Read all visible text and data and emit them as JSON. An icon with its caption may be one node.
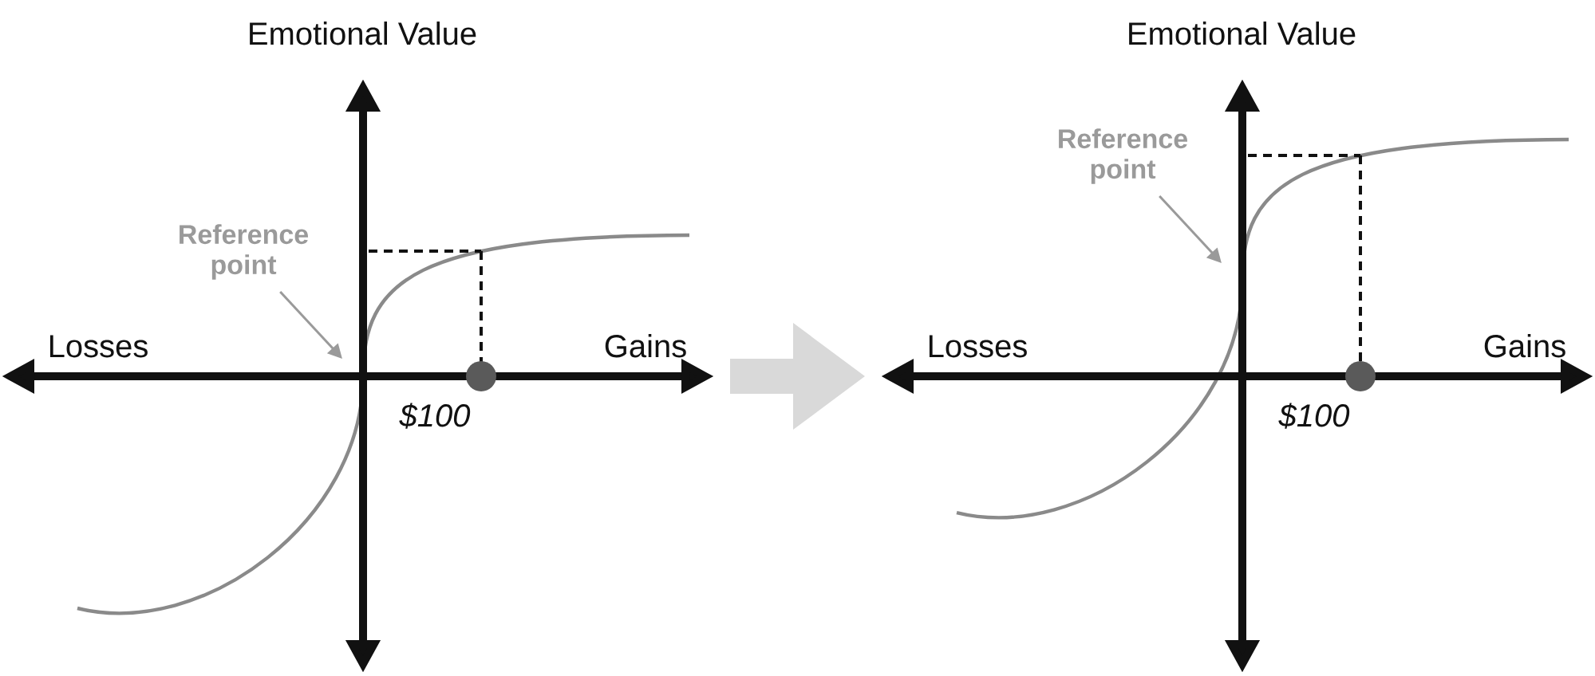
{
  "diagram": {
    "nodes": [
      {
        "text": [
          "Reference point"
        ]
      },
      {
        "text": [
          "Reference point"
        ]
      }
    ],
    "edges": [
      {
        "from": 0,
        "to": null,
        "arrow": "to"
      },
      {
        "from": 1,
        "to": null,
        "arrow": "to"
      }
    ],
    "labels": [
      "Emotional Value",
      "Losses",
      "Gains",
      "$100",
      "Emotional Value",
      "Losses",
      "Gains",
      "$100"
    ]
  }
}
